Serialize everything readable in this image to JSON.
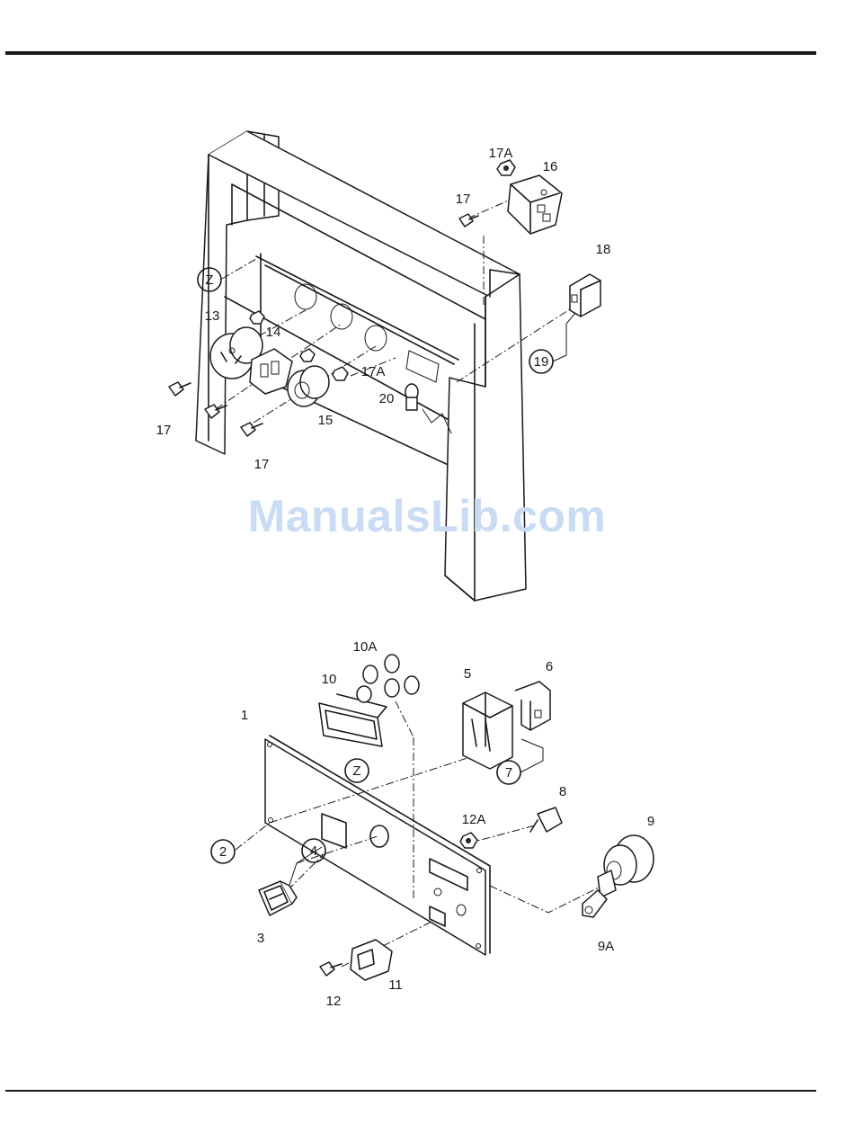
{
  "upper_diagram": {
    "callouts": {
      "c13": "13",
      "c14": "14",
      "c15": "15",
      "c16": "16",
      "c17_top": "17",
      "c17_left": "17",
      "c17_bottom": "17",
      "c17a_top": "17A",
      "c17a_mid": "17A",
      "c18": "18",
      "c19": "19",
      "c20": "20",
      "cz": "Z"
    }
  },
  "lower_diagram": {
    "callouts": {
      "c1": "1",
      "c2": "2",
      "c3": "3",
      "c4": "4",
      "c5": "5",
      "c6": "6",
      "c7": "7",
      "c8": "8",
      "c9": "9",
      "c9a": "9A",
      "c10": "10",
      "c10a": "10A",
      "c11": "11",
      "c12": "12",
      "c12a": "12A",
      "cz": "Z"
    }
  },
  "watermark": "ManualsLib.com"
}
